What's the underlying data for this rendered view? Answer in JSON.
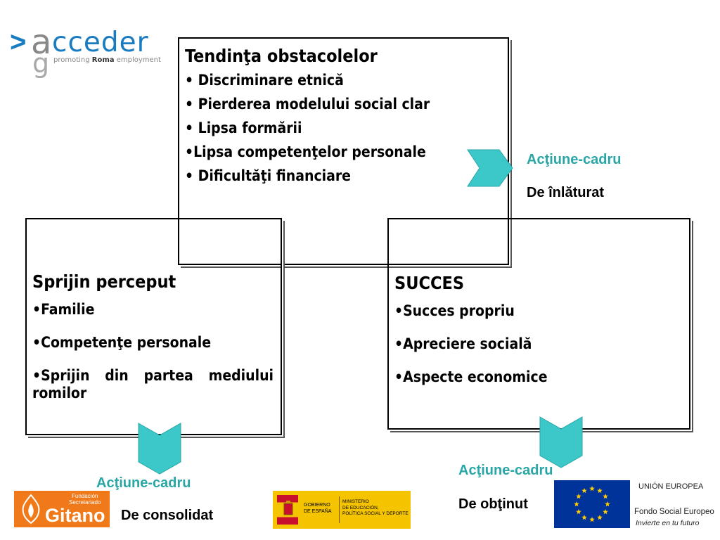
{
  "header": {
    "logo_text": "cceder",
    "logo_prefix": ">",
    "logo_a": "a",
    "logo_g": "g",
    "tagline_pre": "promoting ",
    "tagline_bold": "Roma",
    "tagline_post": " employment"
  },
  "top_box": {
    "title": "Tendinţa obstacolelor",
    "items": [
      "• Discriminare etnică",
      "• Pierderea modelului social clar",
      "• Lipsa formării",
      "•Lipsa competenţelor personale",
      "• Dificultăţi financiare"
    ]
  },
  "left_box": {
    "title": "Sprijin perceput",
    "items": [
      "•Familie",
      "•Competenţe personale",
      "•Sprijin din partea mediului romilor"
    ]
  },
  "right_box": {
    "title": "SUCCES",
    "items": [
      "•Succes propriu",
      "•Apreciere socială",
      "•Aspecte economice"
    ]
  },
  "actions": {
    "right": {
      "title": "Acţiune-cadru",
      "sub": "De înlăturat"
    },
    "left": {
      "title": "Acţiune-cadru",
      "sub": "De consolidat"
    },
    "bottom": {
      "title": "Acţiune-cadru",
      "sub": "De obţinut"
    }
  },
  "footer": {
    "gitano_small1": "Fundación",
    "gitano_small2": "Secretariado",
    "gitano_big": "Gitano",
    "gob_1": "GOBIERNO",
    "gob_2": "DE ESPAÑA",
    "min_1": "MINISTERIO",
    "min_2": "DE EDUCACIÓN,",
    "min_3": "POLÍTICA SOCIAL Y DEPORTE",
    "eu_title": "UNIÓN EUROPEA",
    "eu_fund": "Fondo Social Europeo",
    "eu_slogan": "Invierte en tu futuro"
  },
  "colors": {
    "accent": "#3cc8c8",
    "action_text": "#2aa6a6",
    "logo_blue": "#1a7cc0",
    "gitano_orange": "#f07a1a",
    "spain_red": "#c8102e",
    "spain_yellow": "#f5c400",
    "eu_blue": "#003399",
    "eu_star": "#ffcc00"
  }
}
